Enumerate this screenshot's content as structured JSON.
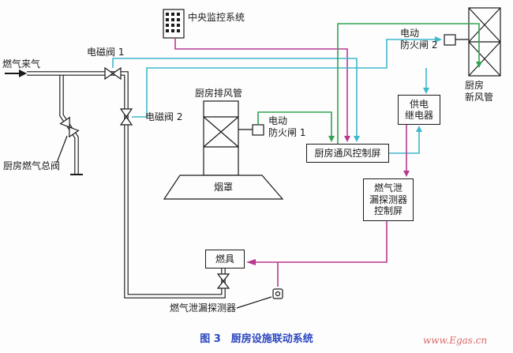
{
  "diagram": {
    "caption": "图 3　厨房设施联动系统",
    "watermark": "www.Egas.cn",
    "labels": {
      "gas_inlet": "燃气来气",
      "solenoid_valve_1": "电磁阀 1",
      "solenoid_valve_2": "电磁阀 2",
      "kitchen_gas_main_valve": "厨房燃气总阀",
      "central_monitoring_system": "中央监控系统",
      "kitchen_exhaust_duct": "厨房排风管",
      "electric_fire_damper_1": "电动\n防火闸 1",
      "electric_fire_damper_2": "电动\n防火闸 2",
      "kitchen_fresh_air_duct": "厨房\n新风管",
      "power_relay": "供电\n继电器",
      "ventilation_control_panel": "厨房通风控制屏",
      "gas_leak_control_panel": "燃气泄\n漏探测器\n控制屏",
      "smoke_hood": "烟罩",
      "burner": "燃具",
      "gas_leak_detector": "燃气泄漏探测器"
    },
    "colors": {
      "signal_cyan": "#3fb8cb",
      "signal_magenta": "#b8398f",
      "signal_green": "#33a352",
      "pipe_black": "#1a1a1a",
      "caption_blue": "#2b46c0",
      "watermark_red": "#d96a6a"
    }
  }
}
